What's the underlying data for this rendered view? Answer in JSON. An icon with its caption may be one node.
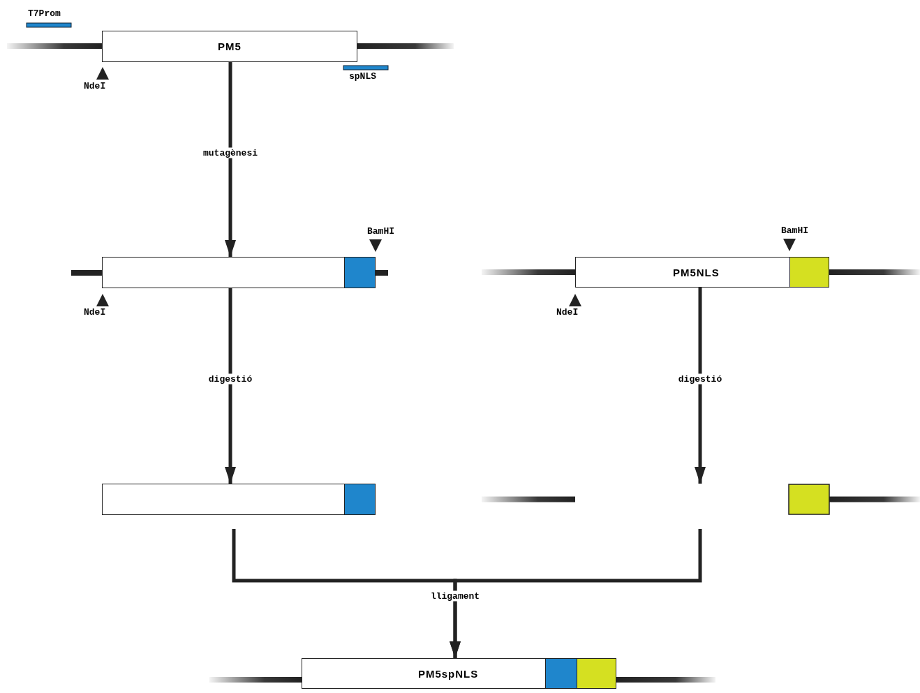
{
  "diagram": {
    "nodes": [
      {
        "text": [
          "PM5"
        ]
      },
      {
        "text": [],
        "shape": "box"
      },
      {
        "text": [
          "PM5NLS"
        ]
      },
      {
        "text": [],
        "shape": "box"
      },
      {
        "text": [],
        "shape": "bar"
      },
      {
        "text": [
          "PM5spNLS"
        ]
      }
    ],
    "edges": [
      {
        "from": 0,
        "to": 1,
        "arrow": "to",
        "label": "mutagènesi"
      },
      {
        "from": 1,
        "to": 3,
        "arrow": "to",
        "label": "digestió"
      },
      {
        "from": 2,
        "to": 4,
        "arrow": "to",
        "label": "digestió"
      },
      {
        "from": 3,
        "to": 5,
        "arrow": "to",
        "label": "lligament"
      },
      {
        "from": 4,
        "to": 5,
        "arrow": "to"
      }
    ],
    "labels": [
      "T7Prom",
      "NdeI",
      "spNLS",
      "BamHI",
      "BamHI",
      "NdeI",
      "NdeI"
    ]
  }
}
